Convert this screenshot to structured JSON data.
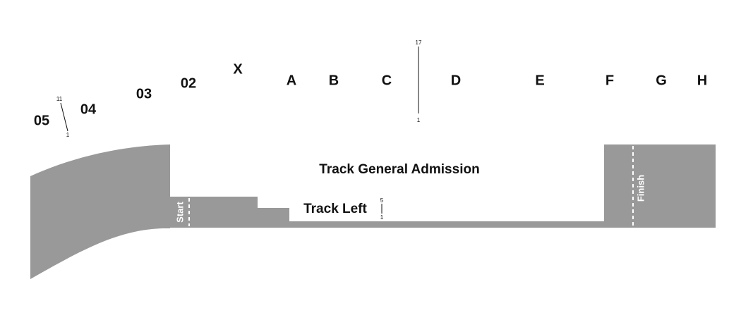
{
  "colors": {
    "track": "#999999",
    "background": "#ffffff",
    "text": "#111111",
    "marker": "#ffffff"
  },
  "sections": {
    "s05": "05",
    "s04": "04",
    "s03": "03",
    "s02": "02",
    "sX": "X",
    "sA": "A",
    "sB": "B",
    "sC": "C",
    "sD": "D",
    "sE": "E",
    "sF": "F",
    "sG": "G",
    "sH": "H"
  },
  "rows": {
    "left_top": "11",
    "left_bottom": "1",
    "center_top": "17",
    "center_bottom": "1",
    "track_top": "5",
    "track_bottom": "1"
  },
  "areas": {
    "general_admission": "Track General Admission",
    "track_left": "Track Left"
  },
  "markers": {
    "start": "Start",
    "finish": "Finish"
  }
}
